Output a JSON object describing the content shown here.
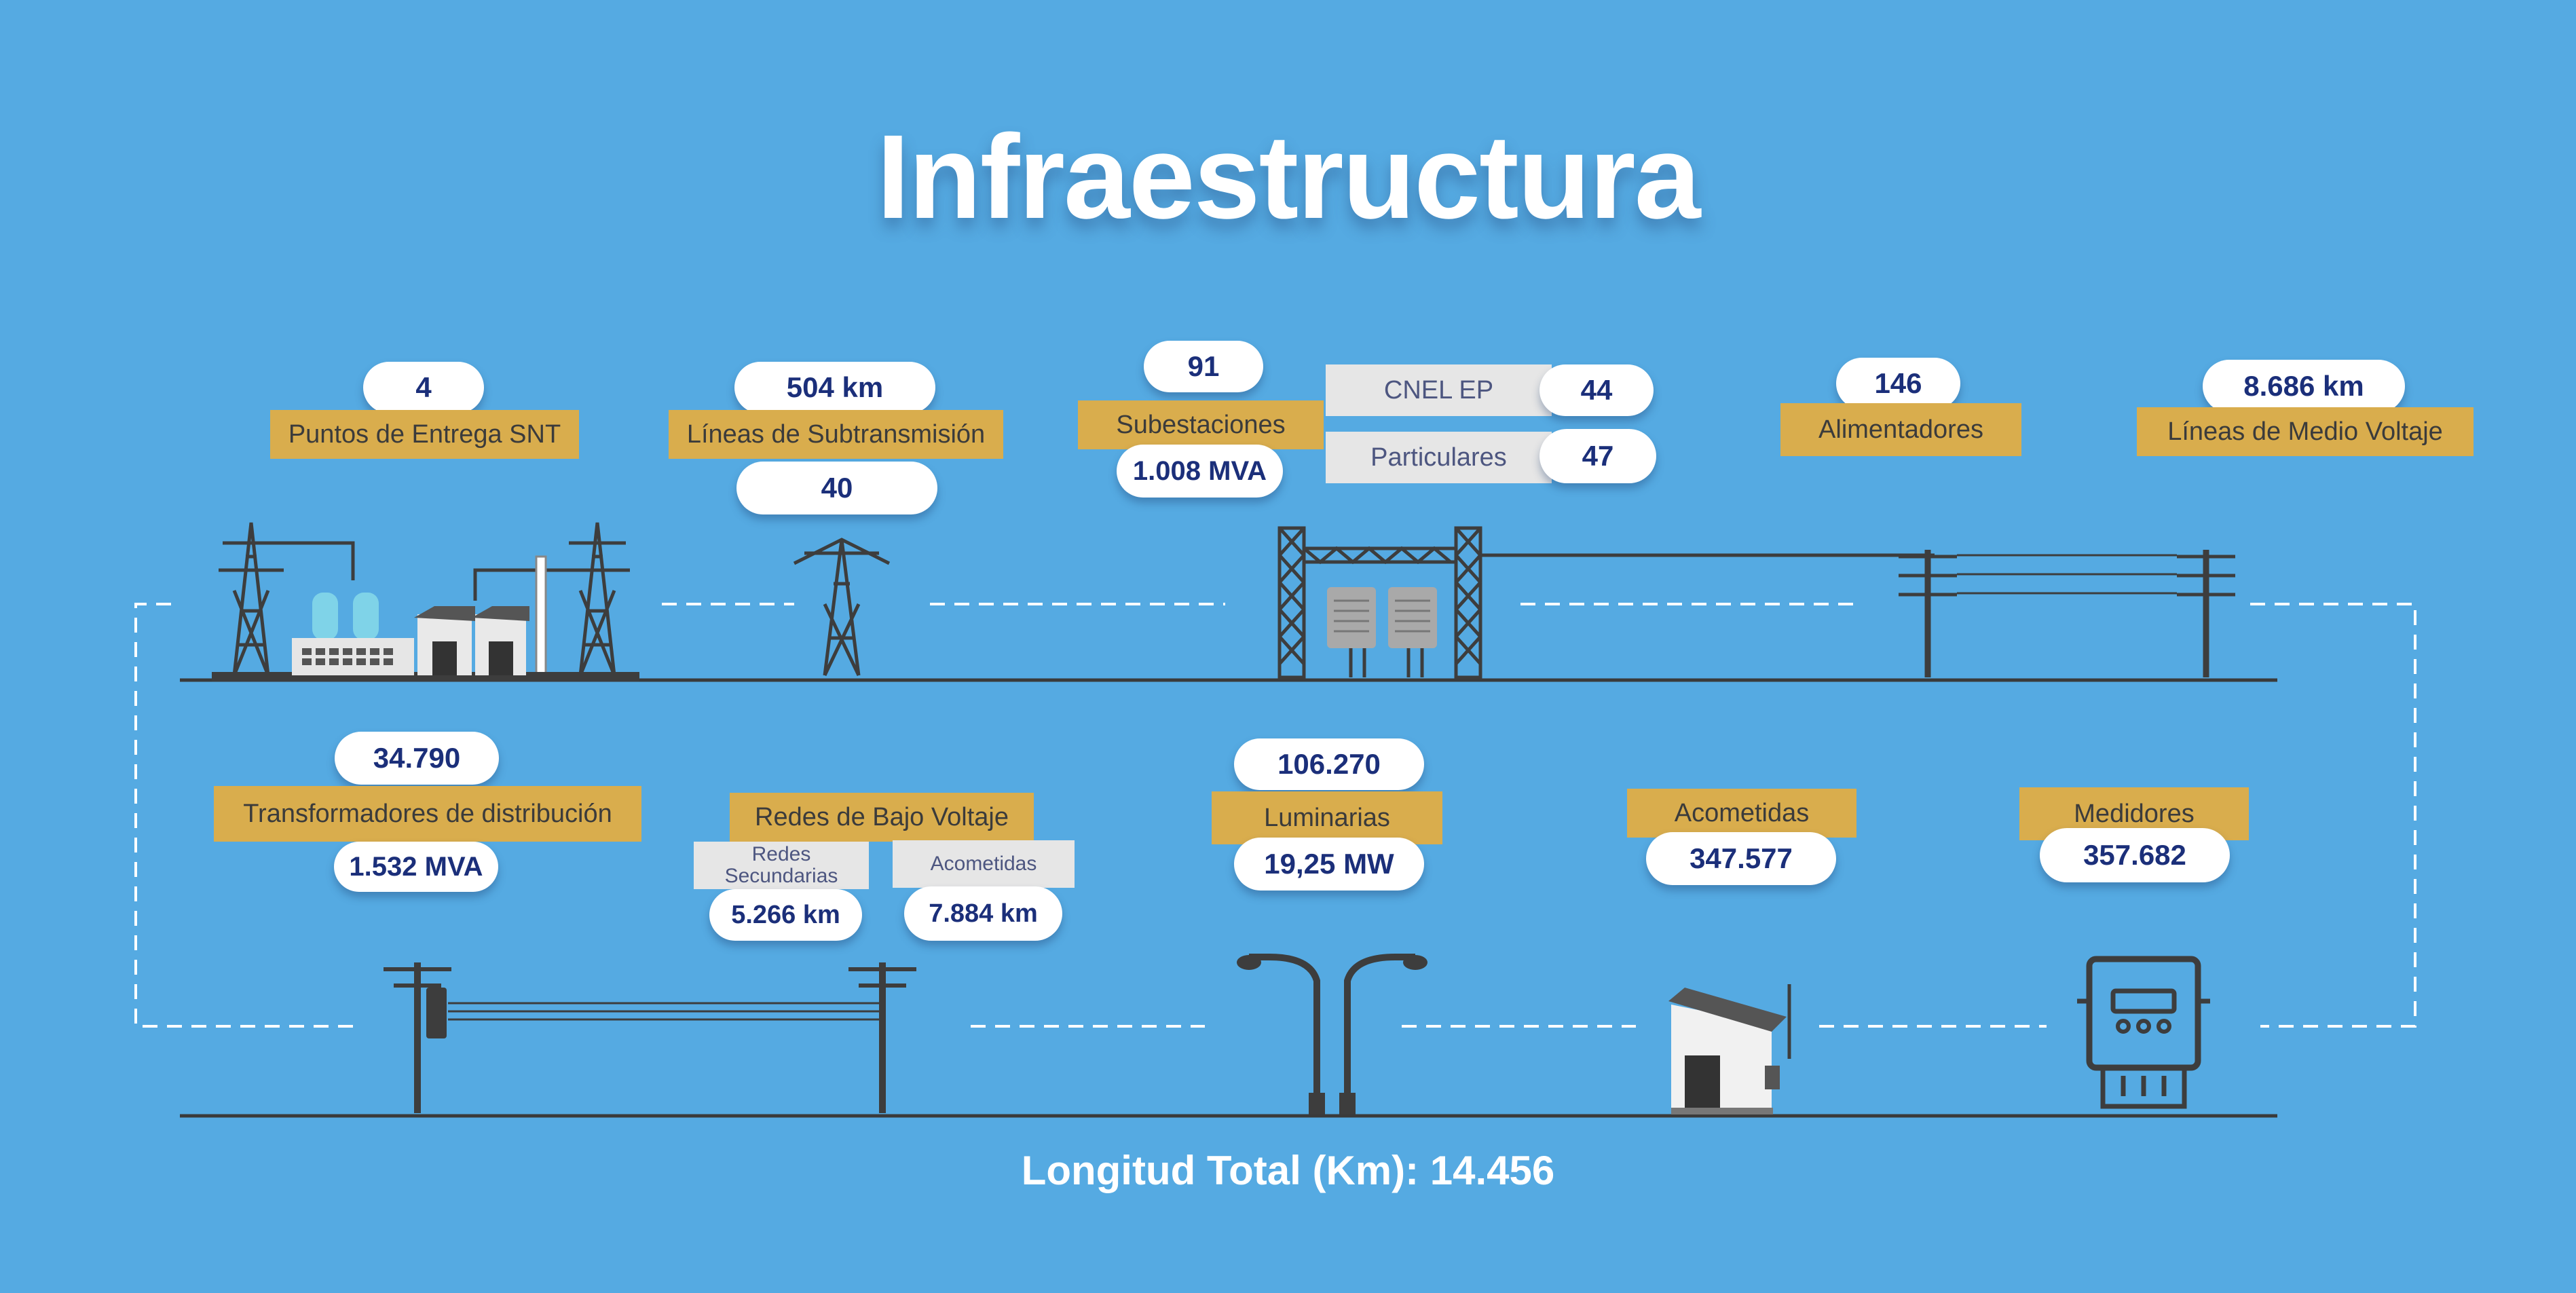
{
  "title": "Infraestructura",
  "top_row": {
    "puntos_entrega": {
      "value": "4",
      "label": "Puntos de Entrega SNT"
    },
    "subtransmision": {
      "value": "504 km",
      "label": "Líneas de Subtransmisión",
      "count": "40"
    },
    "subestaciones": {
      "value": "91",
      "label": "Subestaciones",
      "capacity": "1.008 MVA",
      "cnel_label": "CNEL EP",
      "cnel_value": "44",
      "part_label": "Particulares",
      "part_value": "47"
    },
    "alimentadores": {
      "value": "146",
      "label": "Alimentadores"
    },
    "medio_voltaje": {
      "value": "8.686 km",
      "label": "Líneas de Medio Voltaje"
    }
  },
  "bottom_row": {
    "transformadores": {
      "value": "34.790",
      "label": "Transformadores de distribución",
      "capacity": "1.532 MVA"
    },
    "bajo_voltaje": {
      "label": "Redes de Bajo Voltaje",
      "redes_label": "Redes Secundarias",
      "redes_value": "5.266  km",
      "acometidas_label": "Acometidas",
      "acometidas_value": "7.884  km"
    },
    "luminarias": {
      "value": "106.270",
      "label": "Luminarias",
      "power": "19,25 MW"
    },
    "acometidas": {
      "label": "Acometidas",
      "value": "347.577"
    },
    "medidores": {
      "label": "Medidores",
      "value": "357.682"
    }
  },
  "footer": {
    "total": "Longitud Total (Km):  14.456"
  },
  "colors": {
    "background": "#55aae2",
    "label_bg": "#d9ad4d",
    "pill_text": "#1b2f7a",
    "icon_gray": "#3d3d3d",
    "sub_label_bg": "#e6e6e6"
  }
}
